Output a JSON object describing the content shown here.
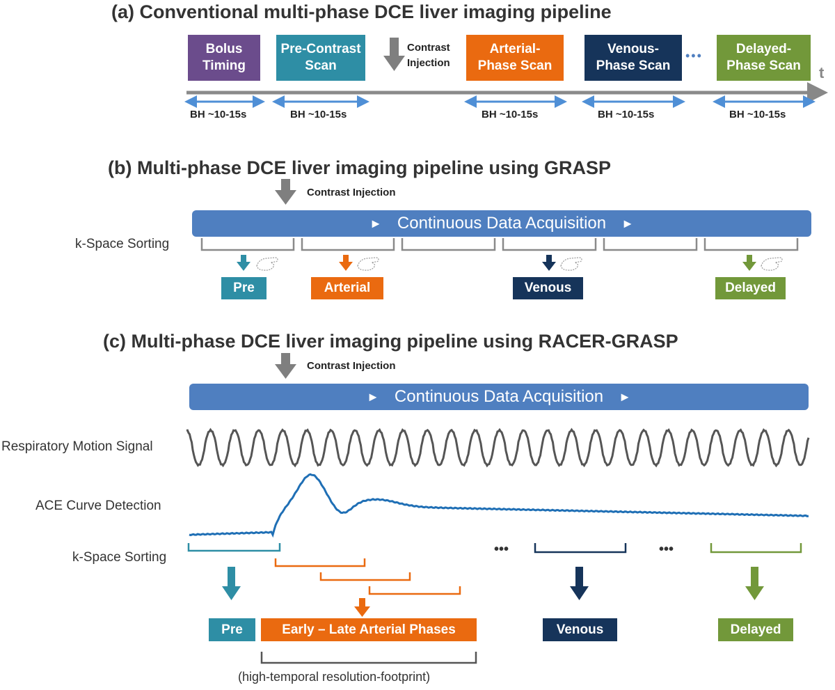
{
  "section_a": {
    "title": "(a) Conventional multi-phase DCE liver imaging pipeline",
    "boxes": [
      {
        "line1": "Bolus",
        "line2": "Timing",
        "color": "#6b4c8c"
      },
      {
        "line1": "Pre-Contrast",
        "line2": "Scan",
        "color": "#2e8ea5"
      },
      {
        "line1": "Arterial-",
        "line2": "Phase Scan",
        "color": "#ea6a10"
      },
      {
        "line1": "Venous-",
        "line2": "Phase Scan",
        "color": "#16345a"
      },
      {
        "line1": "Delayed-",
        "line2": "Phase Scan",
        "color": "#72983a"
      }
    ],
    "contrast_line1": "Contrast",
    "contrast_line2": "Injection",
    "ellipsis": "•••",
    "axis_label": "t",
    "breath_hold": "BH ~10-15s"
  },
  "section_b": {
    "title": "(b) Multi-phase DCE liver imaging pipeline using GRASP",
    "contrast": "Contrast Injection",
    "acquisition": "Continuous Data Acquisition",
    "sorting": "k-Space Sorting",
    "phases": {
      "pre": "Pre",
      "arterial": "Arterial",
      "venous": "Venous",
      "delayed": "Delayed"
    }
  },
  "section_c": {
    "title": "(c) Multi-phase DCE liver imaging pipeline using RACER-GRASP",
    "contrast": "Contrast Injection",
    "acquisition": "Continuous Data Acquisition",
    "respiratory": "Respiratory Motion Signal",
    "ace": "ACE Curve Detection",
    "sorting": "k-Space Sorting",
    "ellipsis": "•••",
    "phases": {
      "pre": "Pre",
      "arterial": "Early – Late Arterial Phases",
      "venous": "Venous",
      "delayed": "Delayed"
    },
    "footprint": "(high-temporal resolution-footprint)"
  },
  "colors": {
    "pre": "#2e8ea5",
    "arterial": "#ea6a10",
    "venous": "#16345a",
    "delayed": "#72983a",
    "bolus": "#6b4c8c",
    "acquisition": "#4f7fc0",
    "curve": "#1f6fb5"
  }
}
